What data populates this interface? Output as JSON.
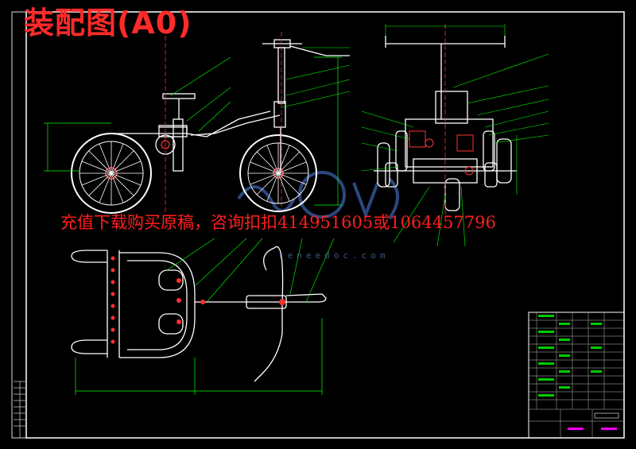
{
  "drawing": {
    "title": "装配图(A0)",
    "ad_text": "充值下载购买原稿，咨询扣扣414951605或1064457796",
    "watermark": "reneedoc.com"
  },
  "colors": {
    "background": "#000000",
    "frame": "#ffffff",
    "outline": "#ffffff",
    "leader": "#00ff00",
    "centerline": "#ff3030",
    "dimension": "#00ff00",
    "watermark": "#3a5fa8",
    "title_red": "#ff2a2a",
    "magenta": "#ff00ff"
  }
}
